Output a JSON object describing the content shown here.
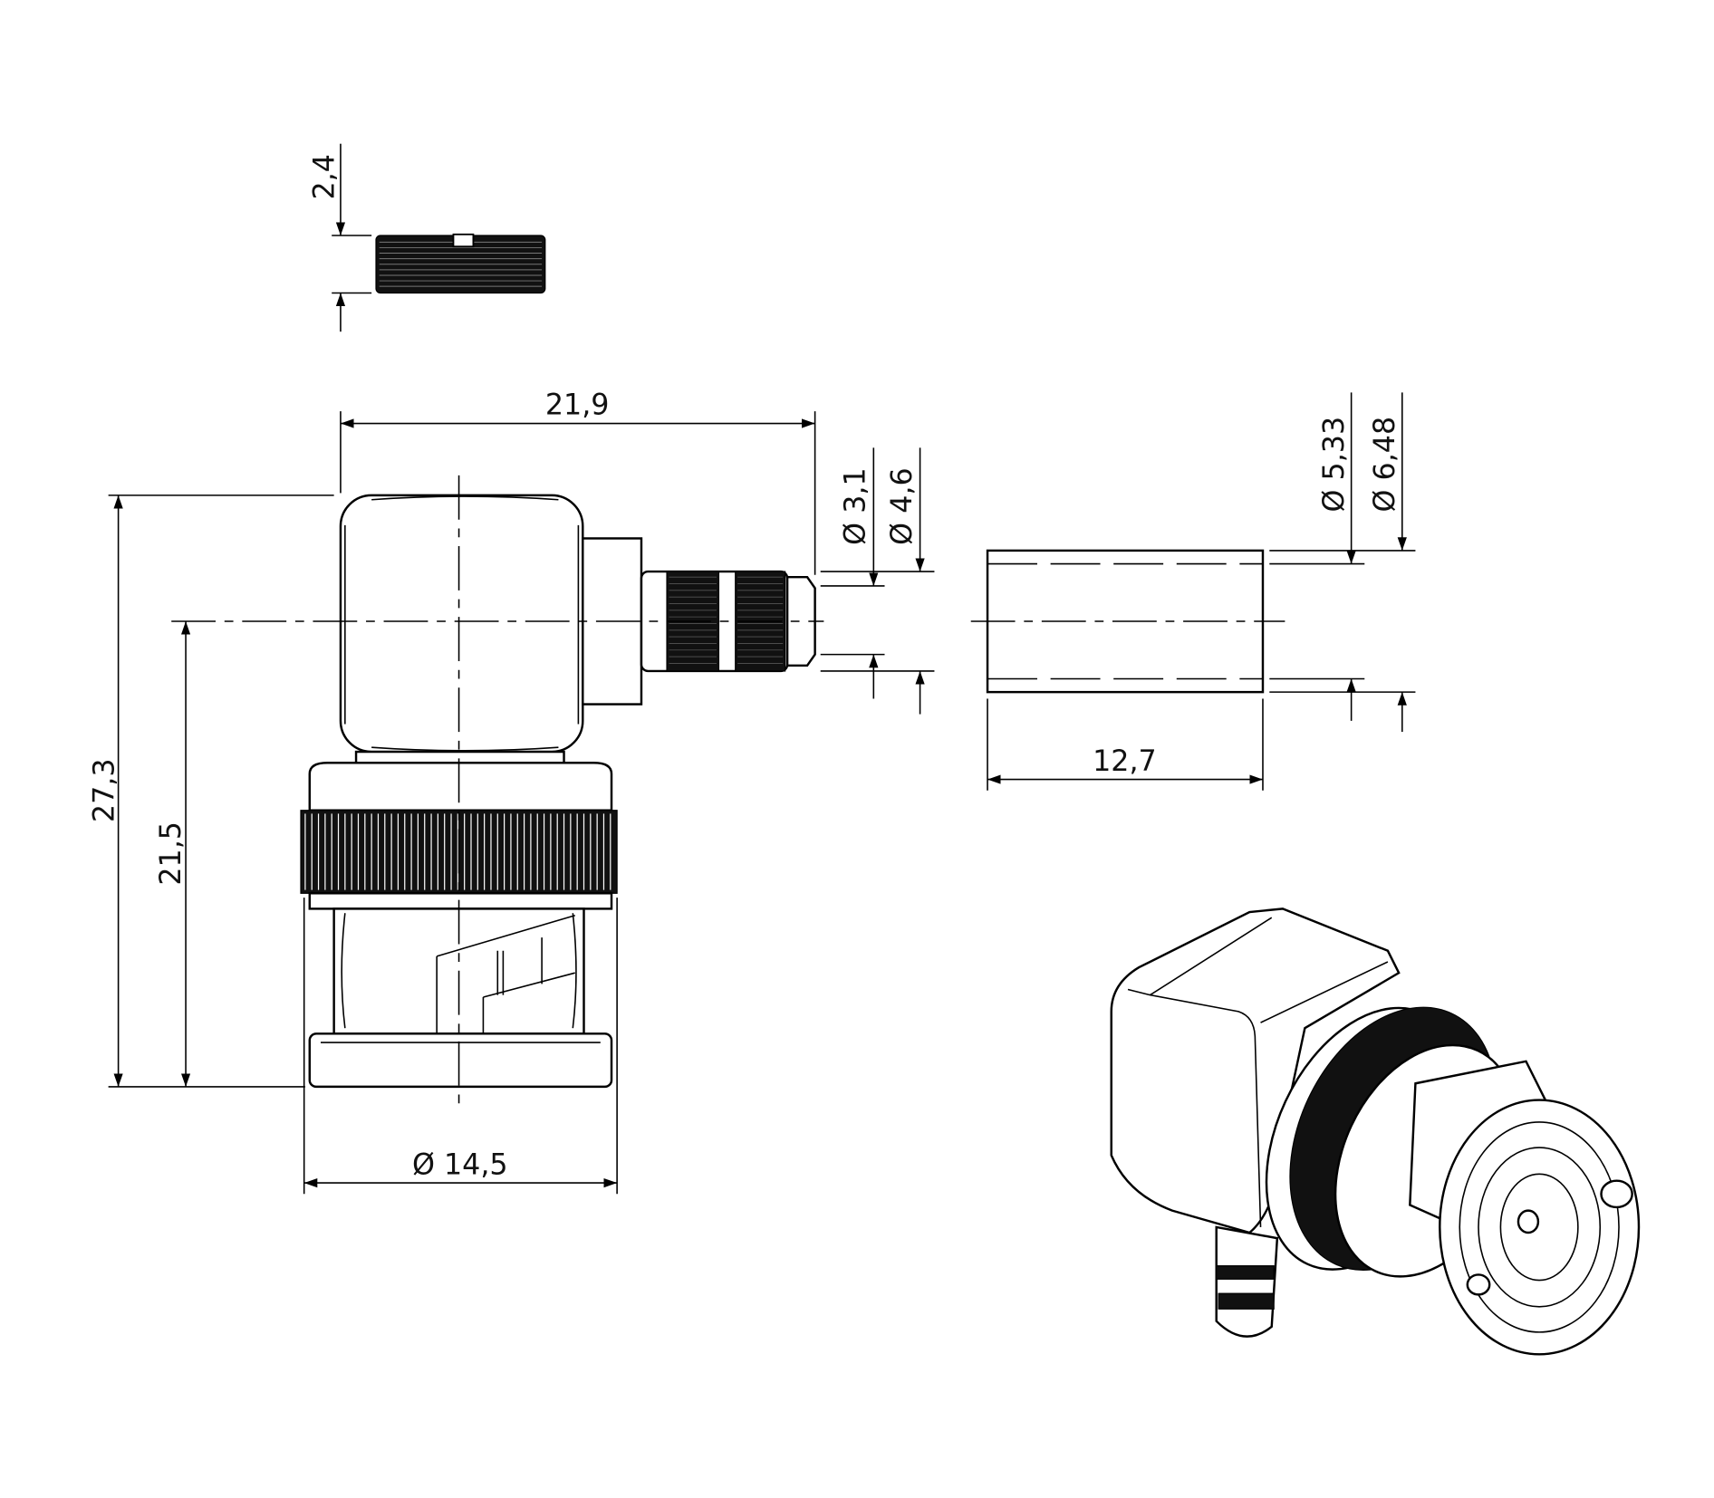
{
  "dimensions": {
    "nut_thickness": "2,4",
    "overall_length": "21,9",
    "pin_diameter_inner": "Ø 3,1",
    "pin_diameter_outer": "Ø 4,6",
    "ferrule_inner_diameter": "Ø 5,33",
    "ferrule_outer_diameter": "Ø 6,48",
    "ferrule_length": "12,7",
    "overall_height": "27,3",
    "axis_height": "21,5",
    "body_diameter": "Ø 14,5"
  },
  "colors": {
    "line": "#000000",
    "background": "#ffffff"
  }
}
